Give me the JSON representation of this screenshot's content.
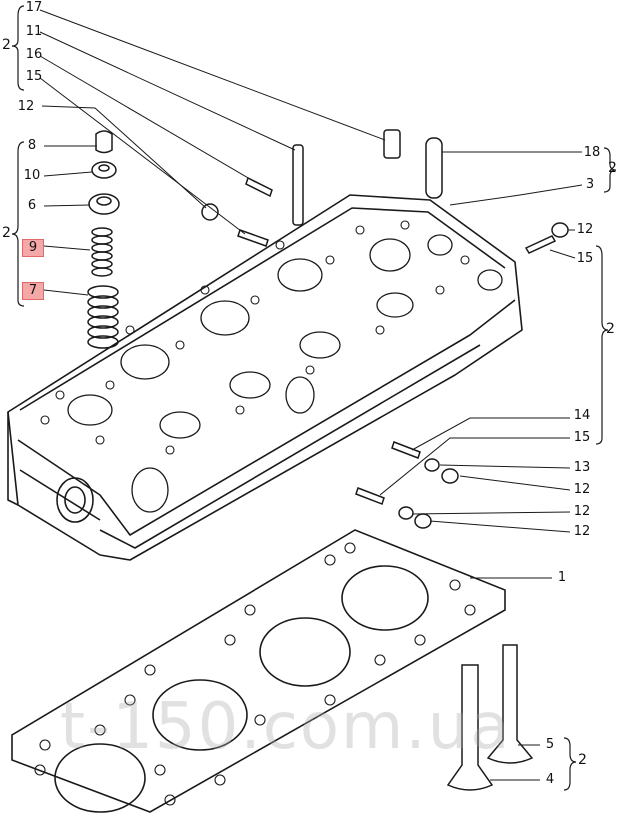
{
  "labels": {
    "l17": "17",
    "l11": "11",
    "l16": "16",
    "l15a": "15",
    "l12a": "12",
    "l8": "8",
    "l10": "10",
    "l6": "6",
    "l9": "9",
    "l7": "7",
    "l18": "18",
    "l3": "3",
    "l12b": "12",
    "l15b": "15",
    "l14": "14",
    "l15c": "15",
    "l13": "13",
    "l12c": "12",
    "l12d": "12",
    "l12e": "12",
    "l1": "1",
    "l5": "5",
    "l4": "4"
  },
  "groups": {
    "g_top": "2",
    "g_left": "2",
    "g_right_top": "2",
    "g_right_mid": "2",
    "g_right_bot": "2"
  },
  "highlight_color": "#f5a8a8",
  "watermark": "t-150.com.ua"
}
